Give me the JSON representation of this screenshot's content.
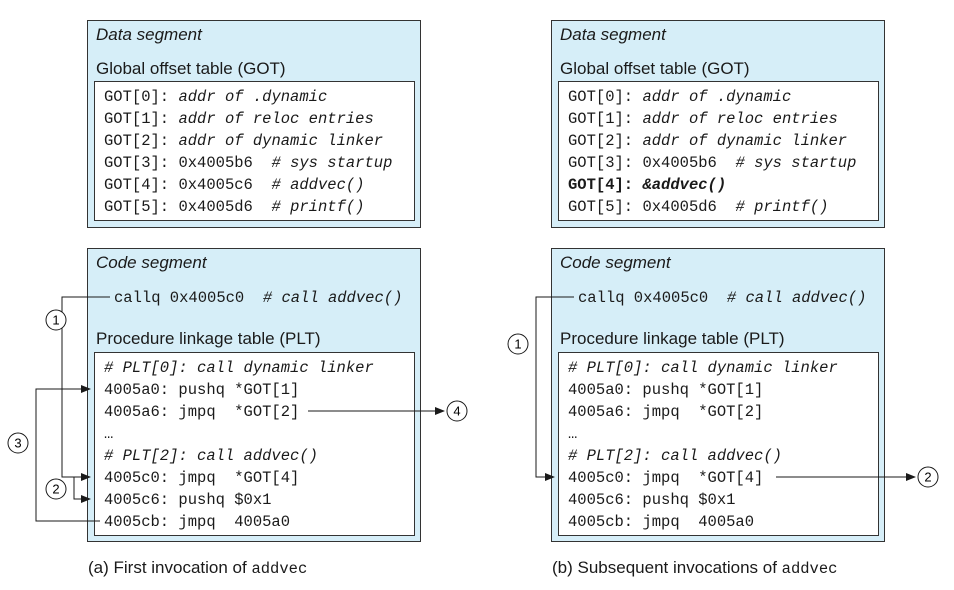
{
  "left": {
    "data_segment_title": "Data segment",
    "got_title": "Global offset table (GOT)",
    "got_rows": [
      {
        "label": "GOT[0]:",
        "value": "",
        "comment": "addr of .dynamic"
      },
      {
        "label": "GOT[1]:",
        "value": "",
        "comment": "addr of reloc entries"
      },
      {
        "label": "GOT[2]:",
        "value": "",
        "comment": "addr of dynamic linker"
      },
      {
        "label": "GOT[3]:",
        "value": "0x4005b6",
        "comment": "# sys startup"
      },
      {
        "label": "GOT[4]:",
        "value": "0x4005c6",
        "comment": "# addvec()"
      },
      {
        "label": "GOT[5]:",
        "value": "0x4005d6",
        "comment": "# printf()"
      }
    ],
    "code_segment_title": "Code segment",
    "callq": {
      "code": "callq 0x4005c0",
      "comment": "# call addvec()"
    },
    "plt_title": "Procedure linkage table (PLT)",
    "plt_rows": [
      {
        "code": "",
        "comment": "# PLT[0]: call dynamic linker"
      },
      {
        "code": "4005a0: pushq *GOT[1]",
        "comment": ""
      },
      {
        "code": "4005a6: jmpq  *GOT[2]",
        "comment": ""
      },
      {
        "code": "…",
        "comment": ""
      },
      {
        "code": "",
        "comment": "# PLT[2]: call addvec()"
      },
      {
        "code": "4005c0: jmpq  *GOT[4]",
        "comment": ""
      },
      {
        "code": "4005c6: pushq $0x1",
        "comment": ""
      },
      {
        "code": "4005cb: jmpq  4005a0",
        "comment": ""
      }
    ],
    "caption_prefix": "(a) First invocation of ",
    "caption_code": "addvec",
    "step_labels": [
      "1",
      "2",
      "3",
      "4"
    ]
  },
  "right": {
    "data_segment_title": "Data segment",
    "got_title": "Global offset table (GOT)",
    "got_rows": [
      {
        "label": "GOT[0]:",
        "value": "",
        "comment": "addr of .dynamic"
      },
      {
        "label": "GOT[1]:",
        "value": "",
        "comment": "addr of reloc entries"
      },
      {
        "label": "GOT[2]:",
        "value": "",
        "comment": "addr of dynamic linker"
      },
      {
        "label": "GOT[3]:",
        "value": "0x4005b6",
        "comment": "# sys startup"
      },
      {
        "label": "GOT[4]:",
        "value": "&addvec()",
        "comment": "",
        "bold": true
      },
      {
        "label": "GOT[5]:",
        "value": "0x4005d6",
        "comment": "# printf()"
      }
    ],
    "code_segment_title": "Code segment",
    "callq": {
      "code": "callq 0x4005c0",
      "comment": "# call addvec()"
    },
    "plt_title": "Procedure linkage table (PLT)",
    "plt_rows": [
      {
        "code": "",
        "comment": "# PLT[0]: call dynamic linker"
      },
      {
        "code": "4005a0: pushq *GOT[1]",
        "comment": ""
      },
      {
        "code": "4005a6: jmpq  *GOT[2]",
        "comment": ""
      },
      {
        "code": "…",
        "comment": ""
      },
      {
        "code": "",
        "comment": "# PLT[2]: call addvec()"
      },
      {
        "code": "4005c0: jmpq  *GOT[4]",
        "comment": ""
      },
      {
        "code": "4005c6: pushq $0x1",
        "comment": ""
      },
      {
        "code": "4005cb: jmpq  4005a0",
        "comment": ""
      }
    ],
    "caption_prefix": "(b) Subsequent invocations of ",
    "caption_code": "addvec",
    "step_labels": [
      "1",
      "2"
    ]
  }
}
